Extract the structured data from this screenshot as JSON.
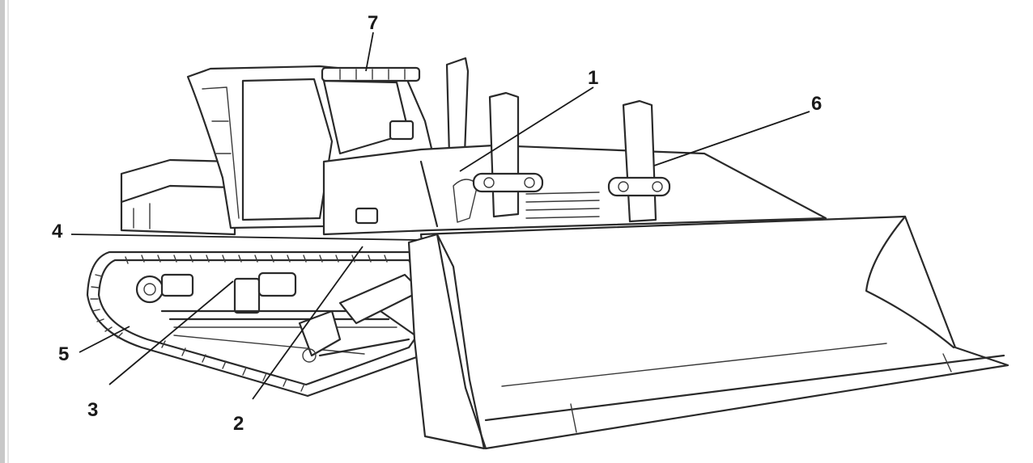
{
  "diagram": {
    "subject": "bulldozer-line-drawing",
    "callouts": [
      {
        "id": "callout-1",
        "label": "1"
      },
      {
        "id": "callout-2",
        "label": "2"
      },
      {
        "id": "callout-3",
        "label": "3"
      },
      {
        "id": "callout-4",
        "label": "4"
      },
      {
        "id": "callout-5",
        "label": "5"
      },
      {
        "id": "callout-6",
        "label": "6"
      },
      {
        "id": "callout-7",
        "label": "7"
      }
    ],
    "line_color": "#2a2a2a",
    "background_color": "#ffffff"
  }
}
